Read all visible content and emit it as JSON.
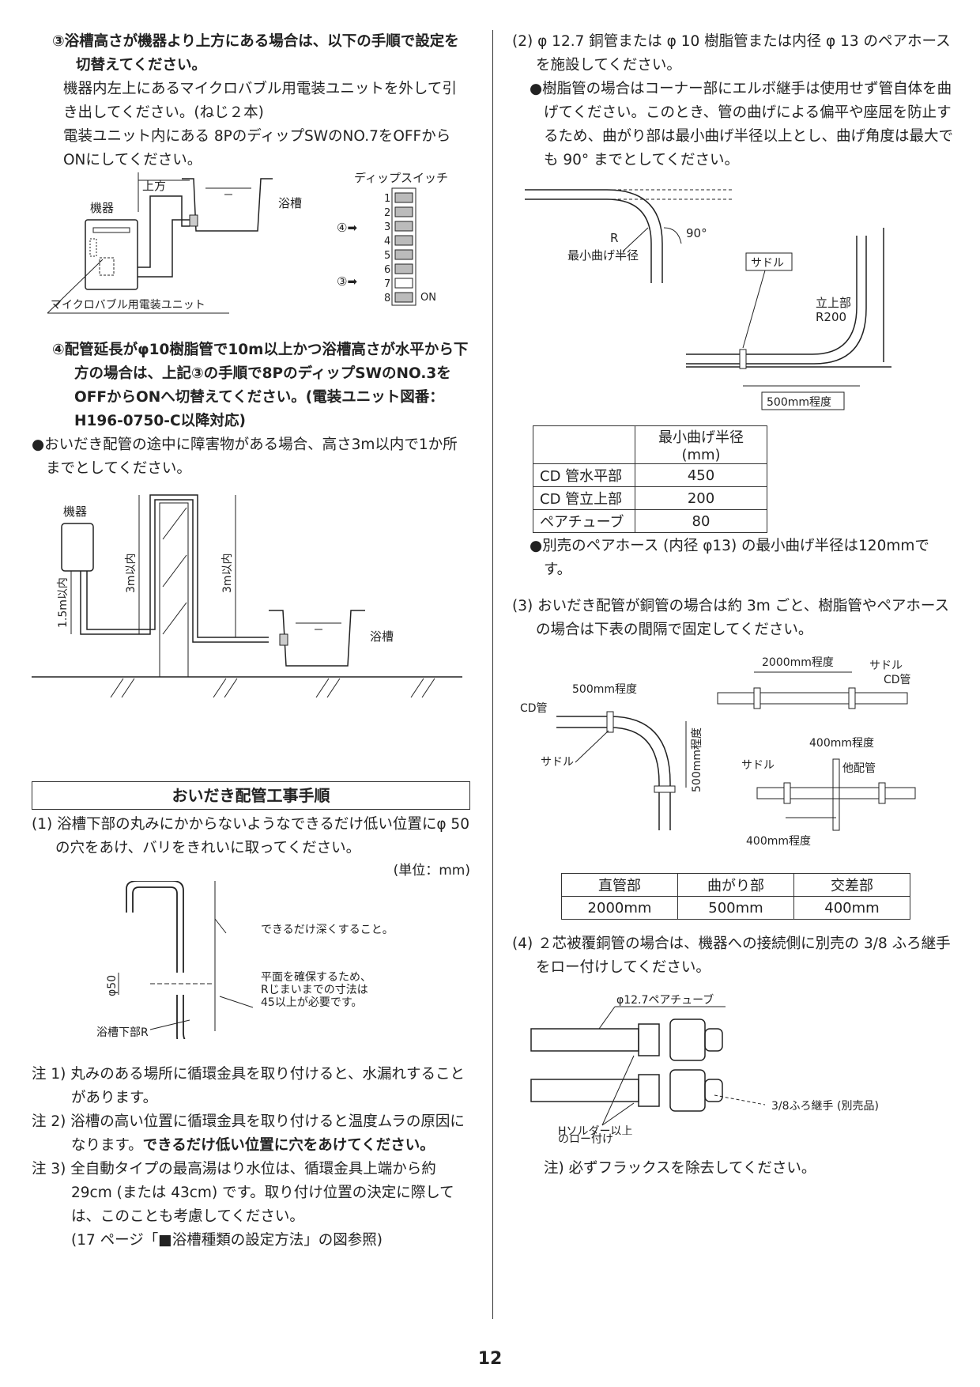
{
  "left": {
    "step3_title": "③浴槽高さが機器より上方にある場合は、以下の手順で設定を切替えてください。",
    "step3_p1": "機器内左上にあるマイクロバブル用電装ユニットを外して引き出してください。(ねじ２本)",
    "step3_p2": "電装ユニット内にある 8PのディップSWのNO.7をOFFからONにしてください。",
    "fig1": {
      "upper": "上方",
      "device": "機器",
      "bathtub": "浴槽",
      "dip_title": "ディップスイッチ",
      "dip_nums": [
        "1",
        "2",
        "3",
        "4",
        "5",
        "6",
        "7",
        "8"
      ],
      "marker4": "④➡",
      "marker3": "③➡",
      "on": "ON",
      "unit_label": "マイクロバブル用電装ユニット"
    },
    "step4_title": "④配管延長がφ10樹脂管で10m以上かつ浴槽高さが水平から下方の場合は、上記③の手順で8PのディップSWのNO.3をOFFからONへ切替えてください。(電装ユニット図番：H196-0750-C以降対応)",
    "bullet_obstacle": "●おいだき配管の途中に障害物がある場合、高さ3m以内で1か所までとしてください。",
    "fig2": {
      "device": "機器",
      "h15": "1.5m以内",
      "h3a": "3m以内",
      "h3b": "3m以内",
      "bathtub": "浴槽"
    },
    "section_title": "おいだき配管工事手順",
    "proc1": "(1) 浴槽下部の丸みにかからないようなできるだけ低い位置にφ 50 の穴をあけ、バリをきれいに取ってください。",
    "unit": "(単位：mm)",
    "fig3": {
      "deep": "できるだけ深くすること。",
      "phi50": "φ50",
      "flat1": "平面を確保するため、",
      "flat2": "Rじまいまでの寸法は",
      "flat3": "45以上が必要です。",
      "bottom_r": "浴槽下部R"
    },
    "note1": "注 1) 丸みのある場所に循環金具を取り付けると、水漏れすることがあります。",
    "note2_a": "注 2) 浴槽の高い位置に循環金具を取り付けると温度ムラの原因になります。",
    "note2_b": "できるだけ低い位置に穴をあけてください。",
    "note3": "注 3) 全自動タイプの最高湯はり水位は、循環金具上端から約29cm (または 43cm) です。取り付け位置の決定に際しては、このことも考慮してください。",
    "note3_ref": "(17 ページ「■浴槽種類の設定方法」の図参照)"
  },
  "right": {
    "proc2": "(2) φ 12.7 銅管または φ 10 樹脂管または内径 φ 13 のペアホースを施設してください。",
    "bullet_resin": "●樹脂管の場合はコーナー部にエルボ継手は使用せず管自体を曲げてください。このとき、管の曲げによる偏平や座屈を防止するため、曲がり部は最小曲げ半径以上とし、曲げ角度は最大でも 90° までとしてください。",
    "fig4": {
      "r": "R",
      "deg": "90°",
      "min_radius": "最小曲げ半径",
      "saddle": "サドル",
      "riser1": "立上部",
      "riser2": "R200",
      "len500": "500mm程度"
    },
    "table1": {
      "header": "最小曲げ半径 (mm)",
      "rows": [
        {
          "name": "CD 管水平部",
          "value": "450"
        },
        {
          "name": "CD 管立上部",
          "value": "200"
        },
        {
          "name": "ペアチューブ",
          "value": "80"
        }
      ]
    },
    "bullet_pairhose": "●別売のペアホース (内径 φ13) の最小曲げ半径は120mmです。",
    "proc3": "(3) おいだき配管が銅管の場合は約 3m ごと、樹脂管やペアホースの場合は下表の間隔で固定してください。",
    "fig5": {
      "len2000": "2000mm程度",
      "saddle_a": "サドル",
      "cd_a": "CD管",
      "len500": "500mm程度",
      "cd_b": "CD管",
      "len500v": "500mm程度",
      "saddle_b": "サドル",
      "len400a": "400mm程度",
      "saddle_c": "サドル",
      "other": "他配管",
      "len400b": "400mm程度"
    },
    "table2": {
      "headers": [
        "直管部",
        "曲がり部",
        "交差部"
      ],
      "values": [
        "2000mm",
        "500mm",
        "400mm"
      ]
    },
    "proc4": "(4) ２芯被覆銅管の場合は、機器への接続側に別売の 3/8 ふろ継手をロー付けしてください。",
    "fig6": {
      "pair": "φ12.7ペアチューブ",
      "joint": "3/8ふろ継手 (別売品)",
      "solder1": "Hソルダー以上",
      "solder2": "のロー付け"
    },
    "note_flux": "注) 必ずフラックスを除去してください。"
  },
  "page_number": "12"
}
